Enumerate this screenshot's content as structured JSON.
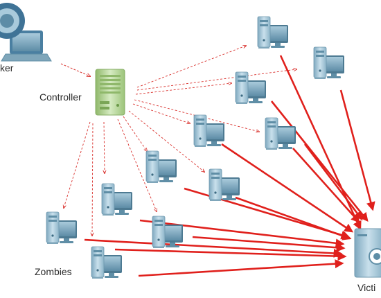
{
  "labels": {
    "attacker": "ker",
    "controller": "Controller",
    "zombies": "Zombies",
    "victim": "Victi"
  },
  "colors": {
    "arrow": "#e0201c",
    "dashed_arrow": "#d9302c",
    "tower_body": "#9fc3d6",
    "tower_dark": "#5f8ea6",
    "monitor_screen": "#6f9fb8",
    "controller_body": "#b9d69a",
    "attacker_bubble": "#4a7fa1"
  },
  "nodes": {
    "attacker": "laptop-icon",
    "controller": "server-icon",
    "zombie": "desktop-computer-icon",
    "victim": "server-icon"
  }
}
